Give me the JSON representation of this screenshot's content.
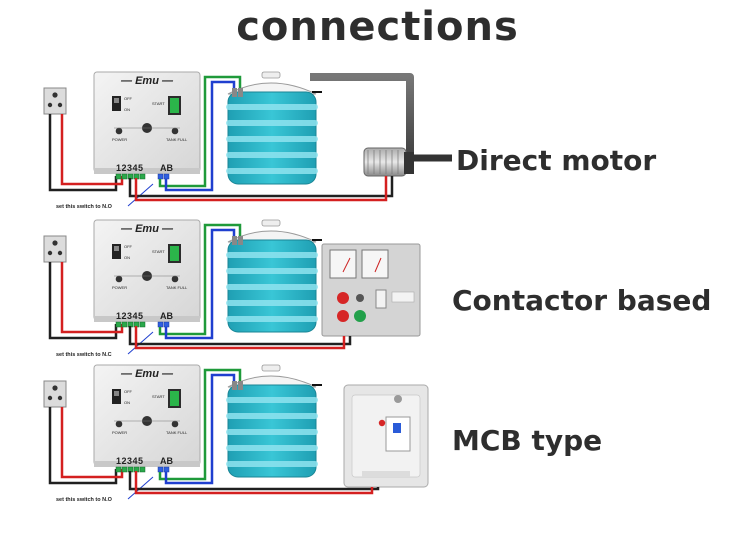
{
  "title": "connections",
  "rows": [
    {
      "label": "Direct motor",
      "note": "set this switch to N.O",
      "controller": {
        "brand": "Emu",
        "switch_off": "OFF",
        "switch_on": "ON",
        "start": "START",
        "power": "POWER",
        "tank_full": "TANK FULL",
        "terminals": "12345",
        "terminals_ab": "AB"
      }
    },
    {
      "label": "Contactor based",
      "note": "set this switch to N.C",
      "controller": {
        "brand": "Emu",
        "switch_off": "OFF",
        "switch_on": "ON",
        "start": "START",
        "power": "POWER",
        "tank_full": "TANK FULL",
        "terminals": "12345",
        "terminals_ab": "AB"
      }
    },
    {
      "label": "MCB type",
      "note": "set this switch to N.O",
      "controller": {
        "brand": "Emu",
        "switch_off": "OFF",
        "switch_on": "ON",
        "start": "START",
        "power": "POWER",
        "tank_full": "TANK FULL",
        "terminals": "12345",
        "terminals_ab": "AB"
      }
    }
  ],
  "colors": {
    "phase_wire": "#d42020",
    "neutral_wire": "#202020",
    "sensor_green": "#1f9a3a",
    "sensor_blue": "#1f3fcf",
    "tank_water": "#2ab5c7",
    "tank_ring": "#8fe3ee"
  }
}
